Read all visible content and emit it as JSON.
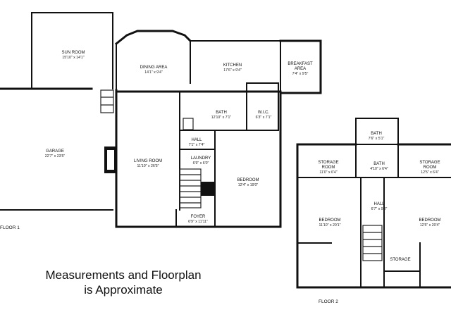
{
  "caption": {
    "line1": "Measurements and Floorplan",
    "line2": "is Approximate"
  },
  "floor1": {
    "tag": "FLOOR 1",
    "rooms": {
      "sun_room": {
        "name": "SUN ROOM",
        "dims": "15'10\" x 14'1\""
      },
      "dining_area": {
        "name": "DINING AREA",
        "dims": "14'1\" x 9'4\""
      },
      "kitchen": {
        "name": "KITCHEN",
        "dims": "17'6\" x 9'4\""
      },
      "breakfast_area": {
        "name1": "BREAKFAST",
        "name2": "AREA",
        "dims": "7'4\" x 9'5\""
      },
      "garage": {
        "name": "GARAGE",
        "dims": "22'7\" x 23'5\""
      },
      "living_room": {
        "name": "LIVING ROOM",
        "dims": "11'10\" x 26'5\""
      },
      "bath": {
        "name": "BATH",
        "dims": "12'10\" x 7'1\""
      },
      "wic": {
        "name": "W.I.C.",
        "dims": "6'3\" x 7'1\""
      },
      "hall": {
        "name": "HALL",
        "dims": "7'1\" x 7'4\""
      },
      "laundry": {
        "name": "LAUNDRY",
        "dims": "6'9\" x 6'0\""
      },
      "bedroom": {
        "name": "BEDROOM",
        "dims": "12'4\" x 19'0\""
      },
      "foyer": {
        "name": "FOYER",
        "dims": "6'9\" x 11'11\""
      }
    }
  },
  "floor2": {
    "tag": "FLOOR 2",
    "rooms": {
      "bath_upper": {
        "name": "BATH",
        "dims": "7'6\" x 5'1\""
      },
      "bath_lower": {
        "name": "BATH",
        "dims": "4'10\" x 6'4\""
      },
      "storage_left": {
        "name": "STORAGE",
        "name2": "ROOM",
        "dims": "11'0\" x 6'4\""
      },
      "storage_right": {
        "name": "STORAGE",
        "name2": "ROOM",
        "dims": "12'5\" x 6'4\""
      },
      "hall": {
        "name": "HALL",
        "dims": "6'7\" x 9'0\""
      },
      "bedroom_left": {
        "name": "BEDROOM",
        "dims": "11'10\" x 20'1\""
      },
      "bedroom_right": {
        "name": "BEDROOM",
        "dims": "12'5\" x 20'4\""
      },
      "storage_mid": {
        "name": "STORAGE"
      }
    }
  }
}
